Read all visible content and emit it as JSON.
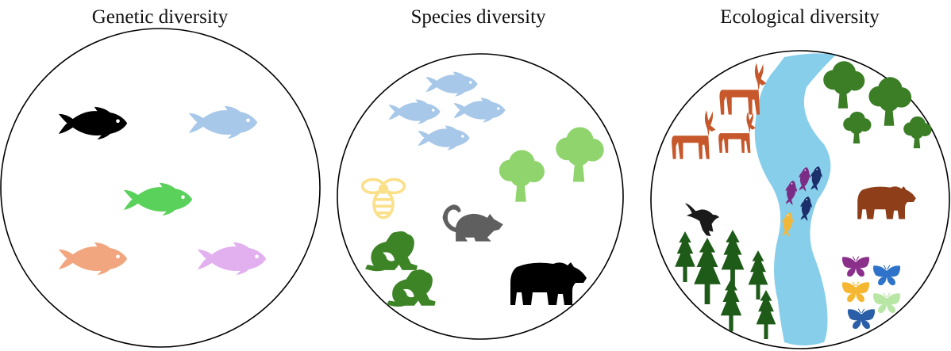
{
  "panels": [
    {
      "title": "Genetic diversity"
    },
    {
      "title": "Species diversity"
    },
    {
      "title": "Ecological diversity"
    }
  ],
  "colors": {
    "fish_black": "#000000",
    "fish_blue": "#a7c8e8",
    "fish_green": "#5ad15a",
    "fish_salmon": "#f2a67f",
    "fish_pink": "#e3b0ef",
    "tree_light": "#8fd46c",
    "bee": "#fbe08a",
    "mouse": "#5f5f5f",
    "frog": "#3d8427",
    "bear_black": "#000000",
    "deer": "#c6582b",
    "river": "#87ceeb",
    "tree_dark_green": "#3b7e26",
    "pine": "#1e5a18",
    "eagle": "#1a1a1a",
    "bear_brown": "#8e3f1a",
    "salmon_purple": "#7b2d86",
    "salmon_navy": "#1b2f6b",
    "salmon_yellow": "#f1b73d",
    "butterfly_purple": "#8a2f8a",
    "butterfly_blue": "#2e73c9",
    "butterfly_yellow": "#f5b731",
    "butterfly_lightgreen": "#b8e6a5",
    "butterfly_navy": "#2a5ea6"
  }
}
